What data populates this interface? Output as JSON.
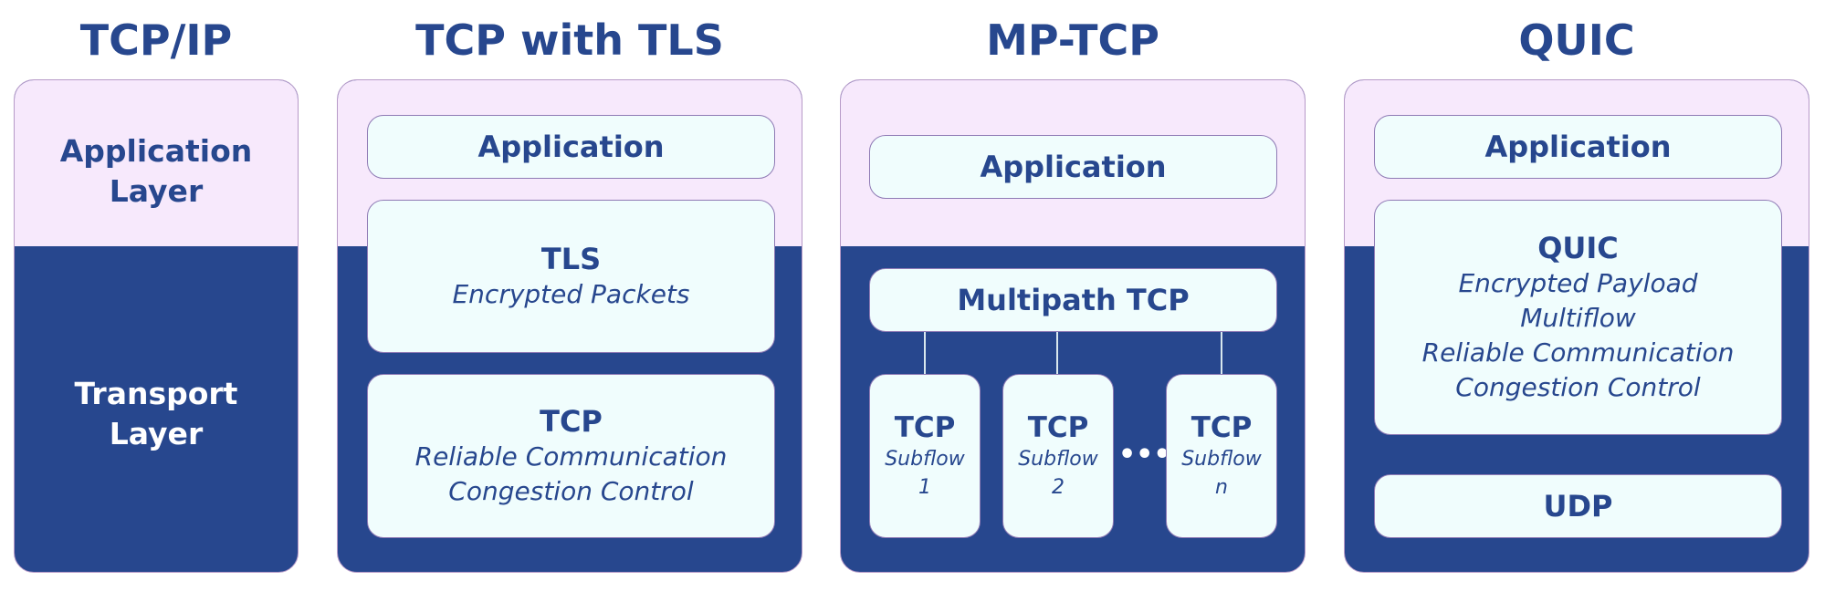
{
  "columns": [
    {
      "title": "TCP/IP",
      "application_label": [
        "Application",
        "Layer"
      ],
      "transport_label": [
        "Transport",
        "Layer"
      ]
    },
    {
      "title": "TCP with TLS",
      "application": "Application",
      "tls": {
        "title": "TLS",
        "lines": [
          "Encrypted Packets"
        ]
      },
      "tcp": {
        "title": "TCP",
        "lines": [
          "Reliable Communication",
          "Congestion Control"
        ]
      }
    },
    {
      "title": "MP-TCP",
      "application": "Application",
      "multipath": "Multipath TCP",
      "subflows": [
        {
          "title": "TCP",
          "lines": [
            "Subflow",
            "1"
          ]
        },
        {
          "title": "TCP",
          "lines": [
            "Subflow",
            "2"
          ]
        },
        {
          "title": "TCP",
          "lines": [
            "Subflow",
            "n"
          ]
        }
      ],
      "ellipsis": "•••"
    },
    {
      "title": "QUIC",
      "application": "Application",
      "quic": {
        "title": "QUIC",
        "lines": [
          "Encrypted Payload",
          "Multiflow",
          "Reliable Communication",
          "Congestion Control"
        ]
      },
      "udp": "UDP"
    }
  ],
  "colors": {
    "navy": "#27478e",
    "lavender": "#f7e9fc",
    "box_fill": "#f0fdfd",
    "box_border": "#8f7bb5"
  }
}
